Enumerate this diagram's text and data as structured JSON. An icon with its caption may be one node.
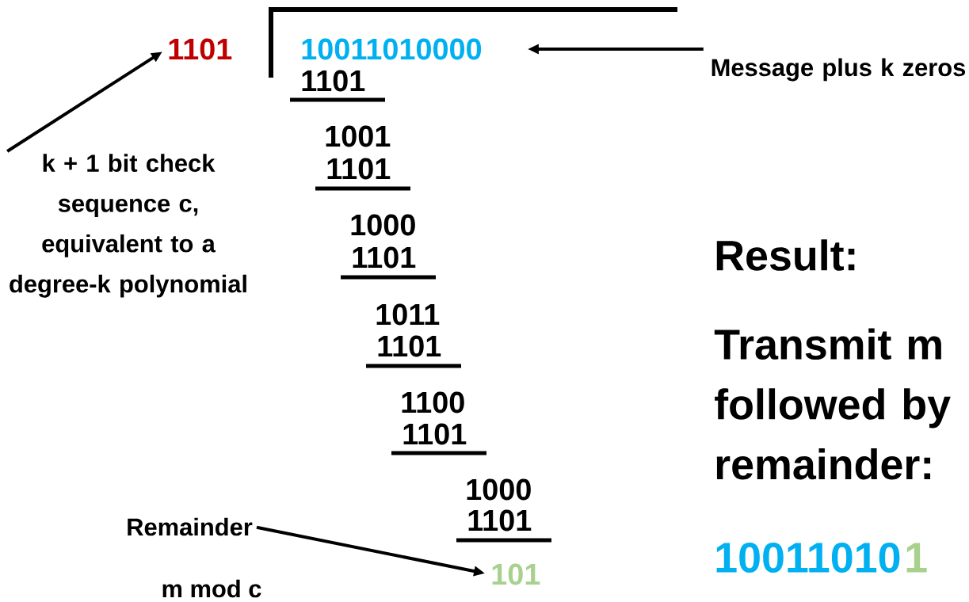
{
  "diagram": {
    "nodes": [
      {
        "text": [
          "1101"
        ]
      },
      {
        "text": [
          "k + 1 bit check sequence c, equivalent to a degree-k polynomial"
        ]
      },
      {
        "text": [
          "10011010000"
        ]
      },
      {
        "text": [
          "Message plus k zeros"
        ]
      },
      {
        "text": [
          "Remainder"
        ]
      },
      {
        "text": [
          "101"
        ]
      }
    ],
    "edges": [
      {
        "from": 1,
        "to": 0,
        "arrow": "to"
      },
      {
        "from": 3,
        "to": 2,
        "arrow": "to"
      },
      {
        "from": 4,
        "to": 5,
        "arrow": "to"
      }
    ],
    "labels": [
      "1101",
      "1001",
      "1101",
      "1000",
      "1101",
      "1011",
      "1101",
      "1100",
      "1101",
      "1000",
      "1101",
      "m mod c",
      "Result:",
      "Transmit m followed by remainder:",
      "10011010",
      "1"
    ]
  }
}
